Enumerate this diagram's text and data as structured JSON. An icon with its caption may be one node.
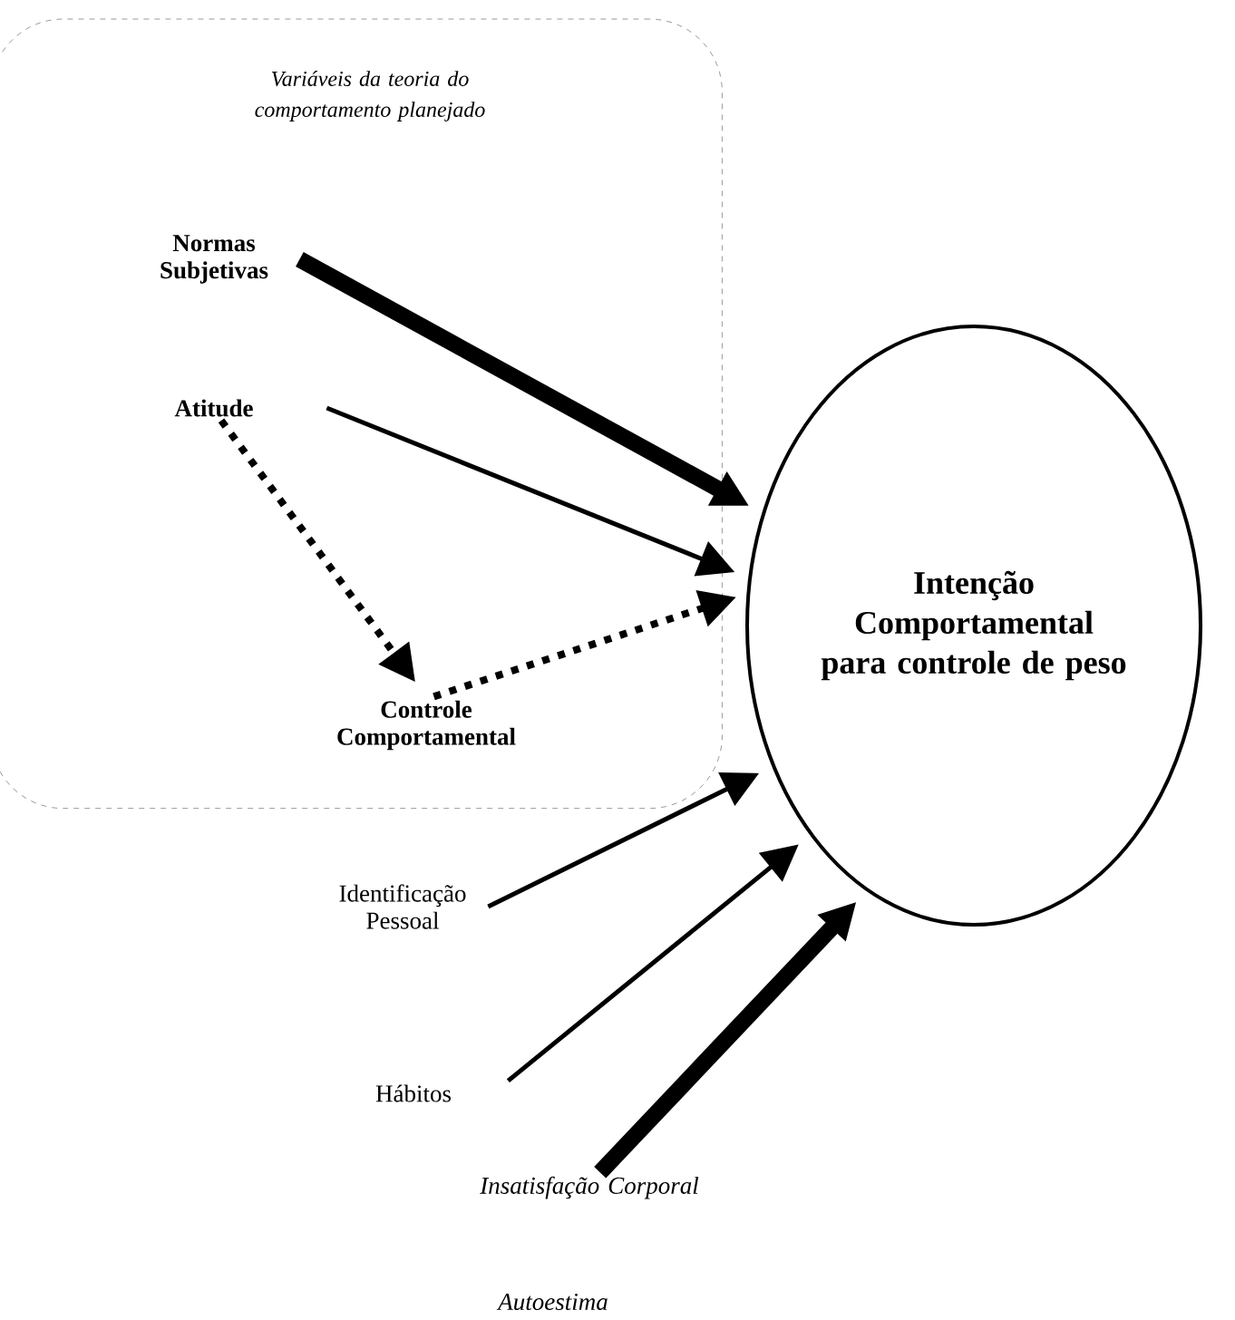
{
  "diagram": {
    "nodes": [
      {
        "text": [
          "Variáveis da teoria do comportamento planejado"
        ]
      },
      {
        "text": [
          "Normas Subjetivas"
        ],
        "in": 0
      },
      {
        "text": [
          "Atitude"
        ],
        "in": 0
      },
      {
        "text": [
          "Controle Comportamental"
        ],
        "in": 0
      },
      {
        "text": [
          "Intenção Comportamental para controle de peso"
        ]
      },
      {
        "text": [
          "Identificação Pessoal"
        ]
      },
      {
        "text": [
          "Hábitos"
        ]
      },
      {
        "text": [
          "Insatisfação Corporal"
        ]
      }
    ],
    "edges": [
      {
        "from": 1,
        "to": 4,
        "arrow": "to",
        "style": "thick"
      },
      {
        "from": 2,
        "to": 4,
        "arrow": "to"
      },
      {
        "from": 2,
        "to": 3,
        "arrow": "to",
        "style": "dashed"
      },
      {
        "from": 3,
        "to": 4,
        "arrow": "to",
        "style": "dashed"
      },
      {
        "from": 5,
        "to": 4,
        "arrow": "to"
      },
      {
        "from": 6,
        "to": 4,
        "arrow": "to"
      },
      {
        "from": 7,
        "to": 4,
        "arrow": "to",
        "style": "thick"
      }
    ],
    "labels": [
      "Autoestima"
    ]
  }
}
